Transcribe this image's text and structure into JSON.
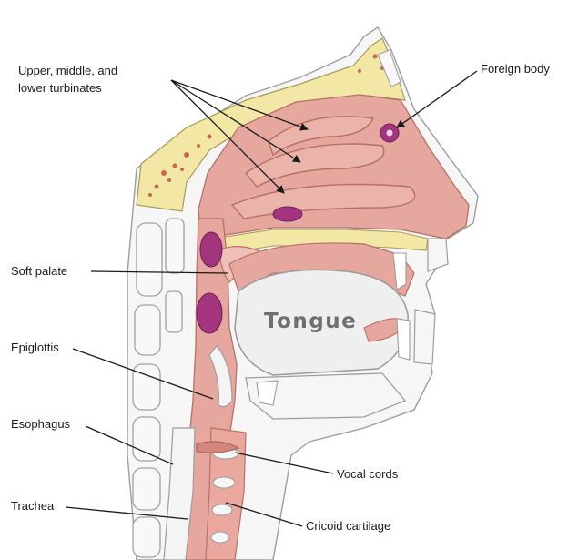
{
  "labels": {
    "turbinates_line1": "Upper, middle, and",
    "turbinates_line2": "lower turbinates",
    "foreign_body": "Foreign body",
    "soft_palate": "Soft palate",
    "tongue": "Tongue",
    "epiglottis": "Epiglottis",
    "esophagus": "Esophagus",
    "vocal_cords": "Vocal cords",
    "trachea": "Trachea",
    "cricoid_cartilage": "Cricoid cartilage"
  },
  "colors": {
    "mucosa": "#e5a79e",
    "mucosa_dark": "#d8877e",
    "bone": "#f3e7a6",
    "bone_spots": "#c9674d",
    "tissue_outline": "#9d9d9d",
    "tongue_fill": "#efefef",
    "foreign_body": "#a3357e"
  }
}
